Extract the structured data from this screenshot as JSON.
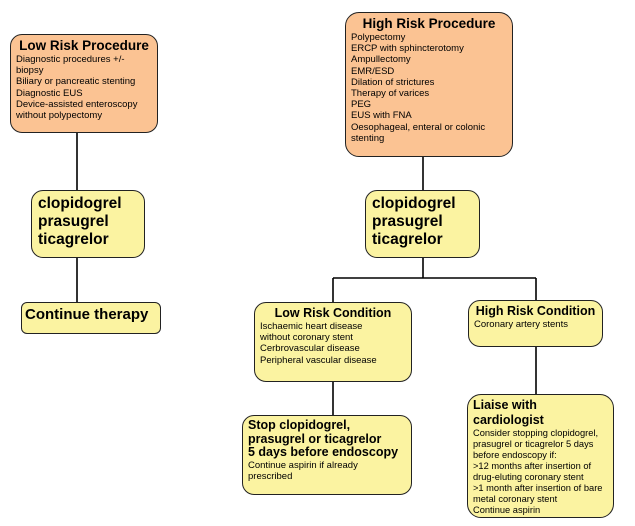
{
  "low_risk_procedure": {
    "title": "Low Risk Procedure",
    "items": [
      "Diagnostic procedures +/-",
      "biopsy",
      "Biliary or pancreatic stenting",
      "Diagnostic EUS",
      "Device-assisted enteroscopy",
      "without polypectomy"
    ]
  },
  "high_risk_procedure": {
    "title": "High Risk Procedure",
    "items": [
      "Polypectomy",
      "ERCP with sphincterotomy",
      "Ampullectomy",
      "EMR/ESD",
      "Dilation of strictures",
      "Therapy of varices",
      "PEG",
      "EUS with FNA",
      "Oesophageal, enteral or colonic",
      "stenting"
    ]
  },
  "left_drugs": [
    "clopidogrel",
    "prasugrel",
    "ticagrelor"
  ],
  "right_drugs": [
    "clopidogrel",
    "prasugrel",
    "ticagrelor"
  ],
  "continue_therapy": "Continue therapy",
  "low_risk_condition": {
    "title": "Low Risk Condition",
    "items": [
      "Ischaemic heart disease",
      "without coronary stent",
      "Cerbrovascular disease",
      "Peripheral vascular disease"
    ]
  },
  "high_risk_condition": {
    "title": "High Risk Condition",
    "items": [
      "Coronary artery stents"
    ]
  },
  "stop_therapy": {
    "title_lines": [
      "Stop clopidogrel,",
      "prasugrel or ticagrelor",
      "5 days before endoscopy"
    ],
    "items": [
      "Continue aspirin if already",
      "prescribed"
    ]
  },
  "liaise": {
    "title": "Liaise with cardiologist",
    "items": [
      "Consider stopping clopidogrel,",
      "prasugrel or ticagrelor 5 days",
      "before endoscopy if:",
      ">12 months after insertion of",
      "drug-eluting coronary stent",
      ">1 month after insertion of bare",
      "metal coronary stent",
      "Continue aspirin"
    ]
  },
  "colors": {
    "procedure_fill": "#fbc393",
    "drug_fill": "#fbf3a1",
    "border": "#222222"
  }
}
